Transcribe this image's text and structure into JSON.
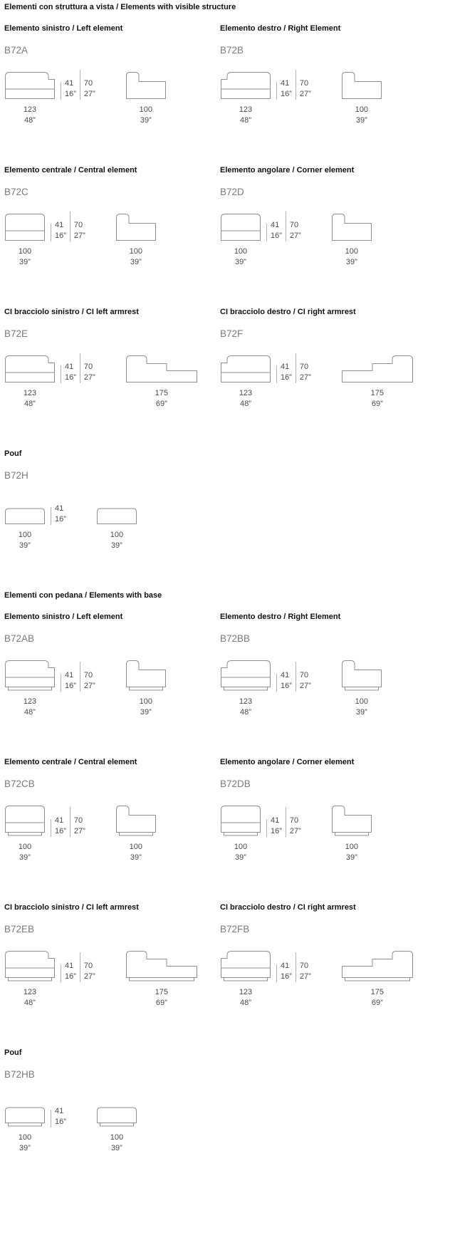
{
  "colors": {
    "line": "#8f8f8f",
    "dim_line": "#b3b3b3",
    "code_text": "#7b7b7b",
    "dim_text": "#4a4a4a",
    "heading_text": "#111111",
    "background": "#ffffff"
  },
  "sections": [
    {
      "title": "Elementi con struttura a vista / Elements with visible structure",
      "rows": [
        {
          "cells": [
            {
              "title": "Elemento sinistro / Left element",
              "code": "B72A",
              "base": false,
              "front": {
                "drawing": "front-arm-left",
                "width_cm": "123",
                "width_in": "48”"
              },
              "heights": [
                {
                  "cm": "41",
                  "in": "16”"
                },
                {
                  "cm": "70",
                  "in": "27”"
                }
              ],
              "side": {
                "drawing": "side-back",
                "width_cm": "100",
                "width_in": "39”"
              }
            },
            {
              "title": "Elemento destro / Right Element",
              "code": "B72B",
              "base": false,
              "front": {
                "drawing": "front-arm-right",
                "width_cm": "123",
                "width_in": "48”"
              },
              "heights": [
                {
                  "cm": "41",
                  "in": "16”"
                },
                {
                  "cm": "70",
                  "in": "27”"
                }
              ],
              "side": {
                "drawing": "side-back",
                "width_cm": "100",
                "width_in": "39”"
              }
            }
          ]
        },
        {
          "cells": [
            {
              "title": "Elemento centrale / Central element",
              "code": "B72C",
              "base": false,
              "front": {
                "drawing": "front-plain",
                "width_cm": "100",
                "width_in": "39”"
              },
              "heights": [
                {
                  "cm": "41",
                  "in": "16”"
                },
                {
                  "cm": "70",
                  "in": "27”"
                }
              ],
              "side": {
                "drawing": "side-back",
                "width_cm": "100",
                "width_in": "39”"
              }
            },
            {
              "title": "Elemento angolare / Corner element",
              "code": "B72D",
              "base": false,
              "front": {
                "drawing": "front-plain",
                "width_cm": "100",
                "width_in": "39”"
              },
              "heights": [
                {
                  "cm": "41",
                  "in": "16”"
                },
                {
                  "cm": "70",
                  "in": "27”"
                }
              ],
              "side": {
                "drawing": "side-back",
                "width_cm": "100",
                "width_in": "39”"
              }
            }
          ]
        },
        {
          "cells": [
            {
              "title": "CI bracciolo sinistro / CI left armrest",
              "code": "B72E",
              "base": false,
              "front": {
                "drawing": "front-arm-left",
                "width_cm": "123",
                "width_in": "48”"
              },
              "heights": [
                {
                  "cm": "41",
                  "in": "16”"
                },
                {
                  "cm": "70",
                  "in": "27”"
                }
              ],
              "side": {
                "drawing": "chaise-left",
                "width_cm": "175",
                "width_in": "69”"
              }
            },
            {
              "title": "CI bracciolo destro / CI right armrest",
              "code": "B72F",
              "base": false,
              "front": {
                "drawing": "front-arm-right",
                "width_cm": "123",
                "width_in": "48”"
              },
              "heights": [
                {
                  "cm": "41",
                  "in": "16”"
                },
                {
                  "cm": "70",
                  "in": "27”"
                }
              ],
              "side": {
                "drawing": "chaise-right",
                "width_cm": "175",
                "width_in": "69”"
              }
            }
          ]
        },
        {
          "cells": [
            {
              "title": "Pouf",
              "code": "B72H",
              "base": false,
              "front": {
                "drawing": "pouf",
                "width_cm": "100",
                "width_in": "39”"
              },
              "heights": [
                {
                  "cm": "41",
                  "in": "16”"
                }
              ],
              "side": {
                "drawing": "pouf",
                "width_cm": "100",
                "width_in": "39”"
              }
            }
          ]
        }
      ]
    },
    {
      "title": "Elementi con pedana / Elements with base",
      "rows": [
        {
          "cells": [
            {
              "title": "Elemento sinistro / Left element",
              "code": "B72AB",
              "base": true,
              "front": {
                "drawing": "front-arm-left",
                "width_cm": "123",
                "width_in": "48”"
              },
              "heights": [
                {
                  "cm": "41",
                  "in": "16”"
                },
                {
                  "cm": "70",
                  "in": "27”"
                }
              ],
              "side": {
                "drawing": "side-back",
                "width_cm": "100",
                "width_in": "39”"
              }
            },
            {
              "title": "Elemento destro / Right Element",
              "code": "B72BB",
              "base": true,
              "front": {
                "drawing": "front-arm-right",
                "width_cm": "123",
                "width_in": "48”"
              },
              "heights": [
                {
                  "cm": "41",
                  "in": "16”"
                },
                {
                  "cm": "70",
                  "in": "27”"
                }
              ],
              "side": {
                "drawing": "side-back",
                "width_cm": "100",
                "width_in": "39”"
              }
            }
          ]
        },
        {
          "cells": [
            {
              "title": "Elemento centrale / Central element",
              "code": "B72CB",
              "base": true,
              "front": {
                "drawing": "front-plain",
                "width_cm": "100",
                "width_in": "39”"
              },
              "heights": [
                {
                  "cm": "41",
                  "in": "16”"
                },
                {
                  "cm": "70",
                  "in": "27”"
                }
              ],
              "side": {
                "drawing": "side-back",
                "width_cm": "100",
                "width_in": "39”"
              }
            },
            {
              "title": "Elemento angolare / Corner element",
              "code": "B72DB",
              "base": true,
              "front": {
                "drawing": "front-plain",
                "width_cm": "100",
                "width_in": "39”"
              },
              "heights": [
                {
                  "cm": "41",
                  "in": "16”"
                },
                {
                  "cm": "70",
                  "in": "27”"
                }
              ],
              "side": {
                "drawing": "side-back",
                "width_cm": "100",
                "width_in": "39”"
              }
            }
          ]
        },
        {
          "cells": [
            {
              "title": "CI bracciolo sinistro / CI left armrest",
              "code": "B72EB",
              "base": true,
              "front": {
                "drawing": "front-arm-left",
                "width_cm": "123",
                "width_in": "48”"
              },
              "heights": [
                {
                  "cm": "41",
                  "in": "16”"
                },
                {
                  "cm": "70",
                  "in": "27”"
                }
              ],
              "side": {
                "drawing": "chaise-left",
                "width_cm": "175",
                "width_in": "69”"
              }
            },
            {
              "title": "CI bracciolo destro / CI right armrest",
              "code": "B72FB",
              "base": true,
              "front": {
                "drawing": "front-arm-right",
                "width_cm": "123",
                "width_in": "48”"
              },
              "heights": [
                {
                  "cm": "41",
                  "in": "16”"
                },
                {
                  "cm": "70",
                  "in": "27”"
                }
              ],
              "side": {
                "drawing": "chaise-right",
                "width_cm": "175",
                "width_in": "69”"
              }
            }
          ]
        },
        {
          "cells": [
            {
              "title": "Pouf",
              "code": "B72HB",
              "base": true,
              "front": {
                "drawing": "pouf",
                "width_cm": "100",
                "width_in": "39”"
              },
              "heights": [
                {
                  "cm": "41",
                  "in": "16”"
                }
              ],
              "side": {
                "drawing": "pouf",
                "width_cm": "100",
                "width_in": "39”"
              }
            }
          ]
        }
      ]
    }
  ]
}
